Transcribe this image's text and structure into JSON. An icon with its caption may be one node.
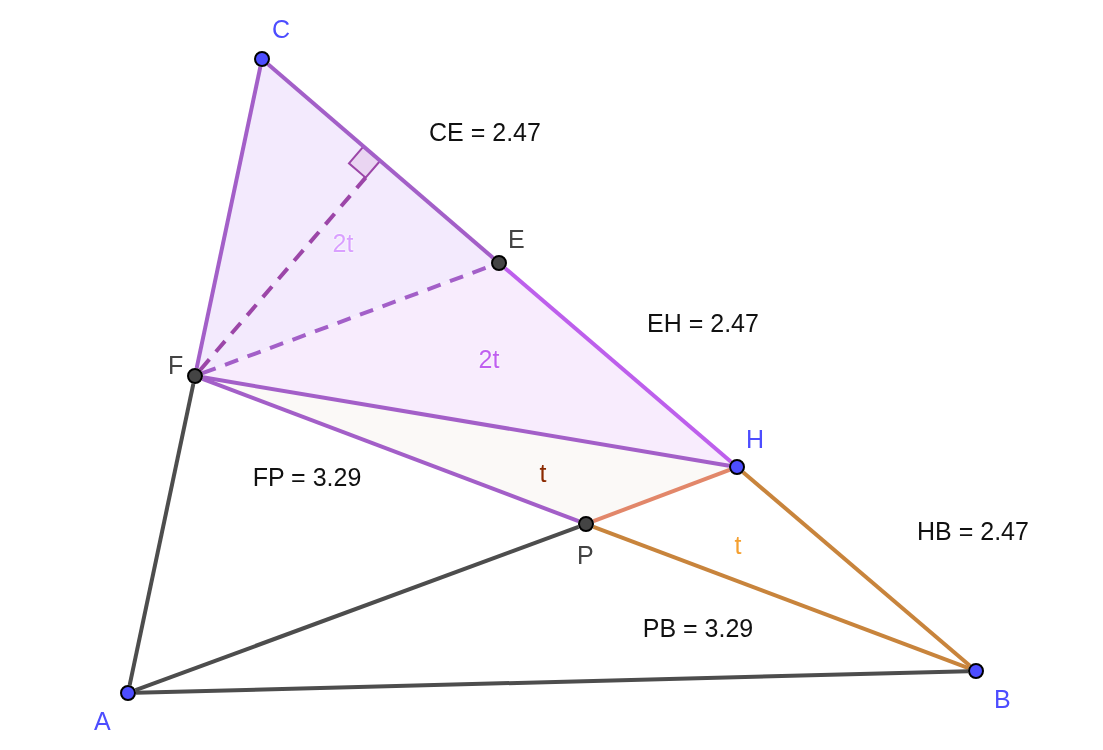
{
  "diagram": {
    "nodes": [
      {
        "text": [
          "C"
        ]
      },
      {
        "text": [
          "E"
        ]
      },
      {
        "text": [
          "F"
        ]
      },
      {
        "text": [
          "H"
        ]
      },
      {
        "text": [
          "P"
        ]
      },
      {
        "text": [
          "A"
        ]
      },
      {
        "text": [
          "B"
        ]
      },
      {
        "text": [],
        "shape": "diamond"
      }
    ],
    "edges": [
      {
        "from": 0,
        "to": 1,
        "arrow": "none"
      },
      {
        "from": 1,
        "to": 3,
        "arrow": "none",
        "color": "#bd5fec"
      },
      {
        "from": 0,
        "to": 2,
        "arrow": "none"
      },
      {
        "from": 2,
        "to": 1,
        "arrow": "none",
        "style": "dashed"
      },
      {
        "from": 2,
        "to": 7,
        "arrow": "none",
        "style": "dashed",
        "color": "#9c46a8"
      },
      {
        "from": 2,
        "to": 3,
        "arrow": "none"
      },
      {
        "from": 2,
        "to": 4,
        "arrow": "none"
      },
      {
        "from": 4,
        "to": 3,
        "arrow": "none",
        "color": "#e2876a"
      },
      {
        "from": 3,
        "to": 6,
        "arrow": "none",
        "color": "#c8843c"
      },
      {
        "from": 4,
        "to": 6,
        "arrow": "none",
        "color": "#c8843c"
      },
      {
        "from": 5,
        "to": 2,
        "arrow": "none",
        "color": "#4d4d4d"
      },
      {
        "from": 5,
        "to": 4,
        "arrow": "none",
        "color": "#4d4d4d"
      },
      {
        "from": 5,
        "to": 6,
        "arrow": "none",
        "color": "#4d4d4d"
      }
    ],
    "labels": [
      "CE = 2.47",
      "2t",
      "EH = 2.47",
      "2t",
      "FP = 3.29",
      "t",
      "HB = 2.47",
      "t",
      "PB = 3.29"
    ]
  }
}
